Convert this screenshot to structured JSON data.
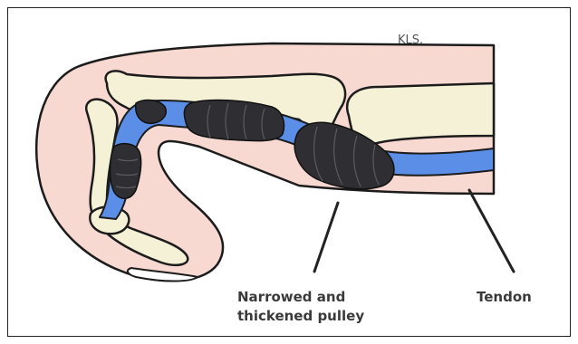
{
  "labels": {
    "pulley_line1": "Narrowed and",
    "pulley_line2": "thickened pulley",
    "tendon": "Tendon"
  },
  "signature": "KLS.",
  "colors": {
    "skin": "#f8d9d2",
    "bone": "#f4f1d6",
    "tendon": "#5b8ee6",
    "pulley": "#2f2f33",
    "outline": "#1c1c1c",
    "label_text": "#3a3a3a"
  },
  "icons": {
    "pulley_pointer": "pointer-line",
    "tendon_pointer": "pointer-line"
  }
}
